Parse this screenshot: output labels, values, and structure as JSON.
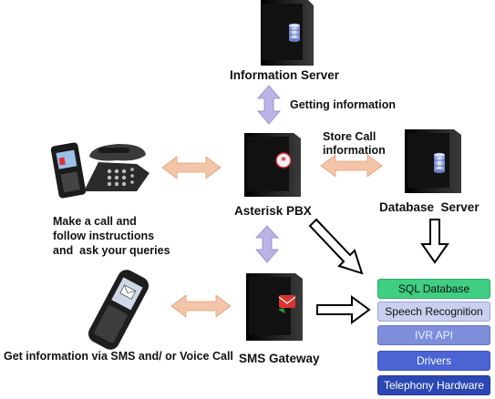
{
  "nodes": {
    "information_server": "Information Server",
    "asterisk_pbx": "Asterisk PBX",
    "database_server": "Database  Server",
    "sms_gateway": "SMS Gateway"
  },
  "edge_labels": {
    "getting_information": "Getting information",
    "store_call_line1": "Store Call",
    "store_call_line2": "information"
  },
  "user_labels": {
    "call_line1": "Make a call and",
    "call_line2": "follow instructions",
    "call_line3": "and  ask your queries",
    "sms": "Get information via SMS and/ or Voice Call"
  },
  "stack": [
    {
      "label": "SQL Database",
      "bg": "#3fce82",
      "fg": "#111111"
    },
    {
      "label": "Speech Recognition",
      "bg": "#c9cfee",
      "fg": "#111111"
    },
    {
      "label": "IVR API",
      "bg": "#7f8edb",
      "fg": "#e8ecff"
    },
    {
      "label": "Drivers",
      "bg": "#4a64d4",
      "fg": "#ffffff"
    },
    {
      "label": "Telephony Hardware",
      "bg": "#2c46b4",
      "fg": "#ffffff"
    }
  ],
  "colors": {
    "server_body": "#111111",
    "arrow_peach": "#f2c4a8",
    "arrow_lavender": "#bdb3e6"
  },
  "icons": [
    "server-icon",
    "pbx-badge-icon",
    "database-cylinder-icon",
    "sms-badge-icon",
    "mobile-phone-icon",
    "desk-phone-icon"
  ]
}
